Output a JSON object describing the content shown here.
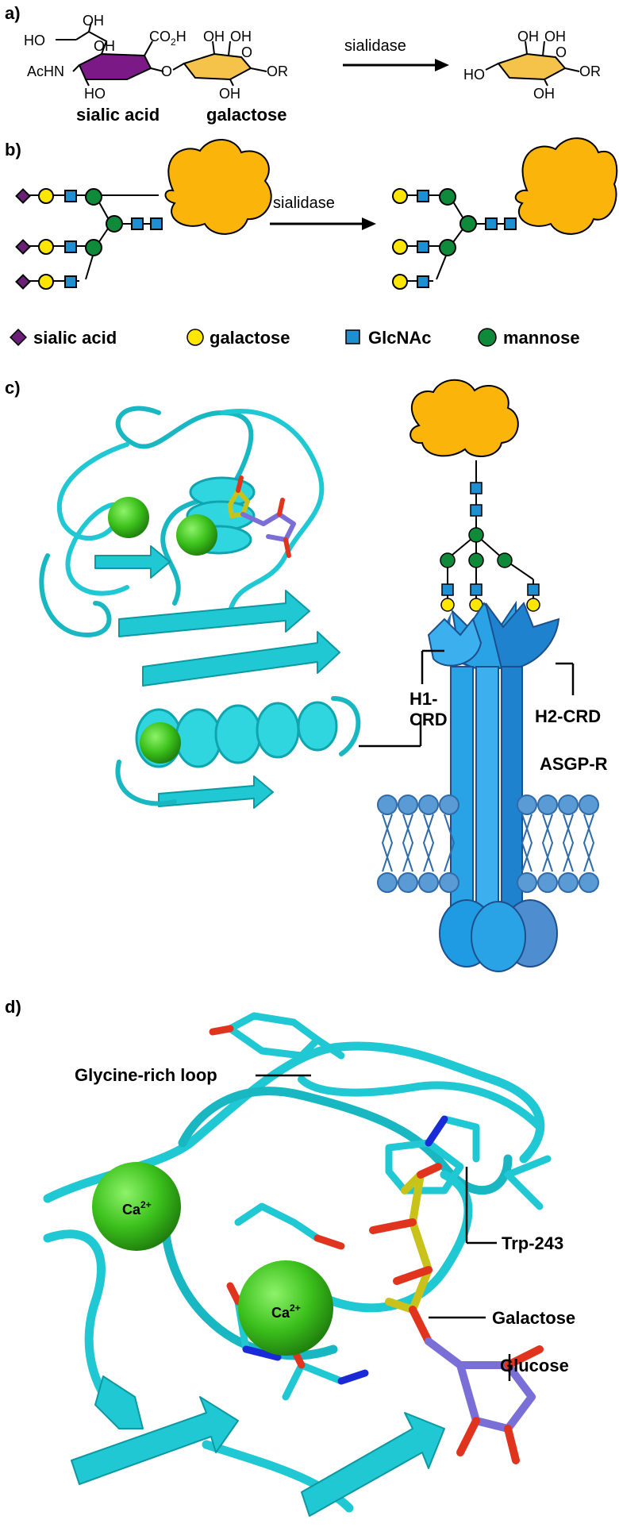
{
  "panels": {
    "a": {
      "label": "a)",
      "enzyme": "sialidase",
      "sialic_acid": "sialic acid",
      "galactose": "galactose",
      "groups": {
        "ho": "HO",
        "oh": "OH",
        "achn": "AcHN",
        "co2h": "CO",
        "co2h_sub": "2",
        "co2h_end": "H",
        "o": "O",
        "or": "OR"
      }
    },
    "b": {
      "label": "b)",
      "enzyme": "sialidase",
      "legend": [
        {
          "name": "sialic acid",
          "shape": "diamond",
          "color": "#6a1f78"
        },
        {
          "name": "galactose",
          "shape": "circle",
          "color": "#ffe600"
        },
        {
          "name": "GlcNAc",
          "shape": "square",
          "color": "#1e8fd0"
        },
        {
          "name": "mannose",
          "shape": "circle",
          "color": "#0f8a3a"
        }
      ]
    },
    "c": {
      "label": "c)",
      "h1_line1": "H1-",
      "h1_line2": "CRD",
      "h2": "H2-CRD",
      "receptor": "ASGP-R"
    },
    "d": {
      "label": "d)",
      "loop": "Glycine-rich loop",
      "ca1": "Ca",
      "ca1_sup": "2+",
      "ca2": "Ca",
      "ca2_sup": "2+",
      "trp": "Trp-243",
      "galactose": "Galactose",
      "glucose": "Glucose"
    }
  },
  "colors": {
    "protein": "#1fc8d2",
    "protein_dark": "#11a9b3",
    "calcium": "#3fbf1f",
    "sugar_gal": "#c9c21a",
    "sugar_glc": "#7a6fd6",
    "oxygen": "#e0341f",
    "nitrogen": "#1a2ad6",
    "glycan_blob": "#fbb40a",
    "receptor": "#29a3e6",
    "receptor_dark": "#1f6fb3",
    "sialic_ring": "#7b1a87",
    "gal_ring": "#f6c34a"
  }
}
